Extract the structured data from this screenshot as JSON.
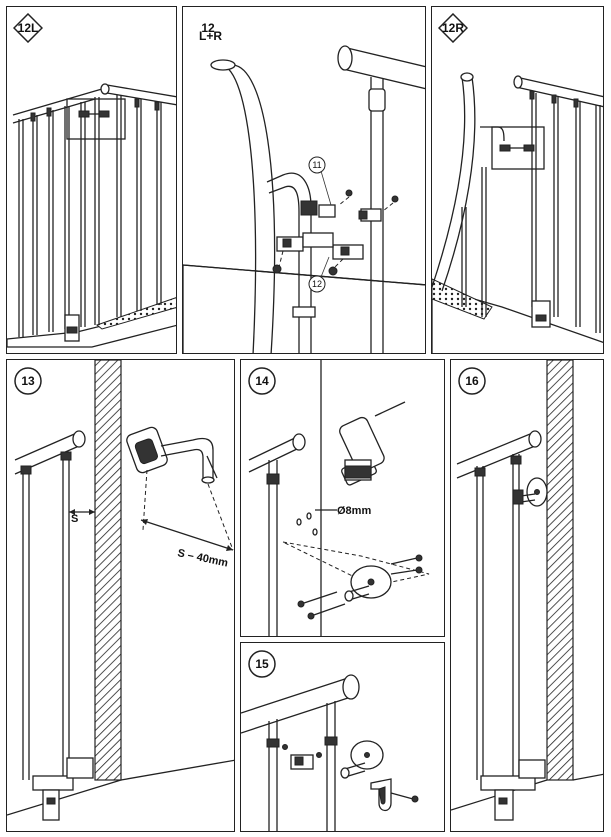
{
  "panels": {
    "p12l": {
      "step": "12L"
    },
    "p12": {
      "step": "12",
      "sub": "L+R",
      "callout_a": "11",
      "callout_b": "12"
    },
    "p12r": {
      "step": "12R"
    },
    "p13": {
      "step": "13",
      "dim_s": "S",
      "dim_offset": "S – 40mm"
    },
    "p14": {
      "step": "14",
      "drill_size": "Ø8mm"
    },
    "p15": {
      "step": "15"
    },
    "p16": {
      "step": "16"
    }
  }
}
